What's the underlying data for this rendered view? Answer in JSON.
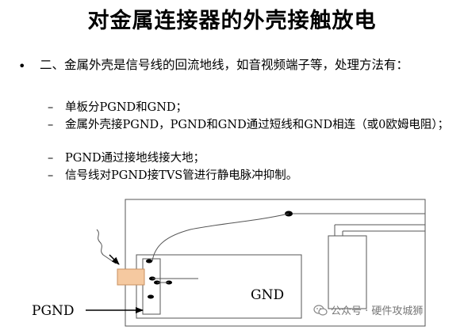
{
  "title": "对金属连接器的外壳接触放电",
  "bullet": {
    "text": "二、金属外壳是信号线的回流地线，如音视频端子等，处理方法有："
  },
  "sub_items": [
    {
      "dash": "–",
      "text": "单板分PGND和GND；"
    },
    {
      "dash": "–",
      "text": "金属外壳接PGND，PGND和GND通过短线和GND相连（或0欧姆电阻）；"
    },
    {
      "dash": "–",
      "text": "PGND通过接地线接大地；"
    },
    {
      "dash": "–",
      "text": "信号线对PGND接TVS管进行静电脉冲抑制。"
    }
  ],
  "diagram": {
    "gnd_label": "GND",
    "pgnd_label": "PGND",
    "connector_color": "#f5c9a0"
  },
  "watermark": {
    "text": "公众号 · 硬件攻城狮"
  }
}
